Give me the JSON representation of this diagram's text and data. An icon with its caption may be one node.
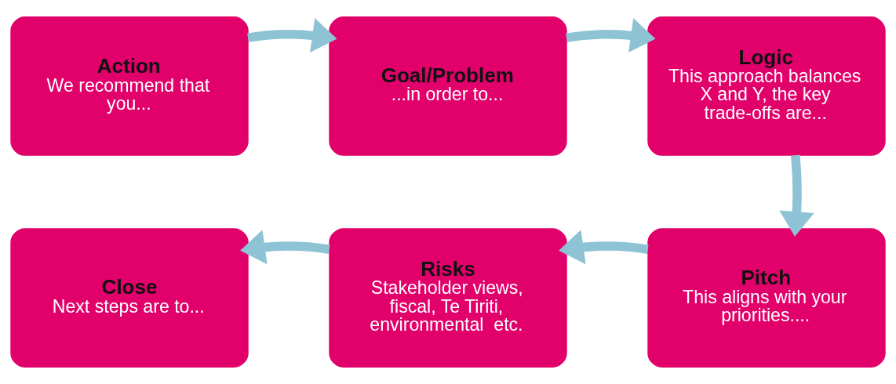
{
  "diagram": {
    "nodes": [
      {
        "text": [
          "Action",
          "We recommend that you..."
        ]
      },
      {
        "text": [
          "Goal/Problem",
          "...in order to..."
        ]
      },
      {
        "text": [
          "Logic",
          "This approach balances X and Y, the key trade-offs are..."
        ]
      },
      {
        "text": [
          "Close",
          "Next steps are to..."
        ]
      },
      {
        "text": [
          "Risks",
          "Stakeholder views, fiscal, Te Tiriti, environmental  etc."
        ]
      },
      {
        "text": [
          "Pitch",
          "This aligns with your priorities...."
        ]
      }
    ],
    "edges": [
      {
        "from": 0,
        "to": 1,
        "arrow": "to"
      },
      {
        "from": 1,
        "to": 2,
        "arrow": "to"
      },
      {
        "from": 2,
        "to": 5,
        "arrow": "to"
      },
      {
        "from": 5,
        "to": 4,
        "arrow": "to"
      },
      {
        "from": 4,
        "to": 3,
        "arrow": "to"
      }
    ]
  }
}
